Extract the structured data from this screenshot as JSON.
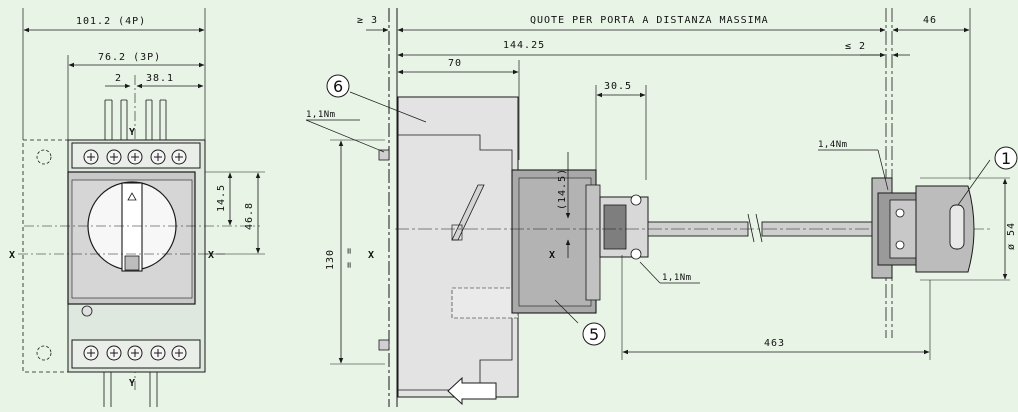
{
  "colors": {
    "background": "#e8f4e6",
    "housing": "#c9c9c9",
    "housing_dark": "#8f8f8f",
    "line": "#1a1a1a"
  },
  "front_view": {
    "dim_4p": "101.2 (4P)",
    "dim_3p": "76.2 (3P)",
    "dim_2": "2",
    "dim_38_1": "38.1",
    "dim_14_5": "14.5",
    "dim_46_8": "46.8",
    "axis_x_left": "X",
    "axis_x_right": "X",
    "axis_y_top": "Y",
    "axis_y_bottom": "Y"
  },
  "side_view": {
    "dim_ge3": "≥ 3",
    "title": "QUOTE PER PORTA A DISTANZA MASSIMA",
    "dim_46": "46",
    "dim_144_25": "144.25",
    "dim_le2": "≤ 2",
    "dim_70": "70",
    "dim_30_5": "30.5",
    "dim_14_5": "(14.5)",
    "dim_130": "130",
    "eq_mark": "= =",
    "torque_1": "1,1Nm",
    "torque_2": "1,1Nm",
    "torque_3": "1,4Nm",
    "dim_463": "463",
    "dim_phi54": "ø 54",
    "axis_x_left": "X",
    "axis_x_right": "X",
    "callout_1": "1",
    "callout_5": "5",
    "callout_6": "6"
  }
}
